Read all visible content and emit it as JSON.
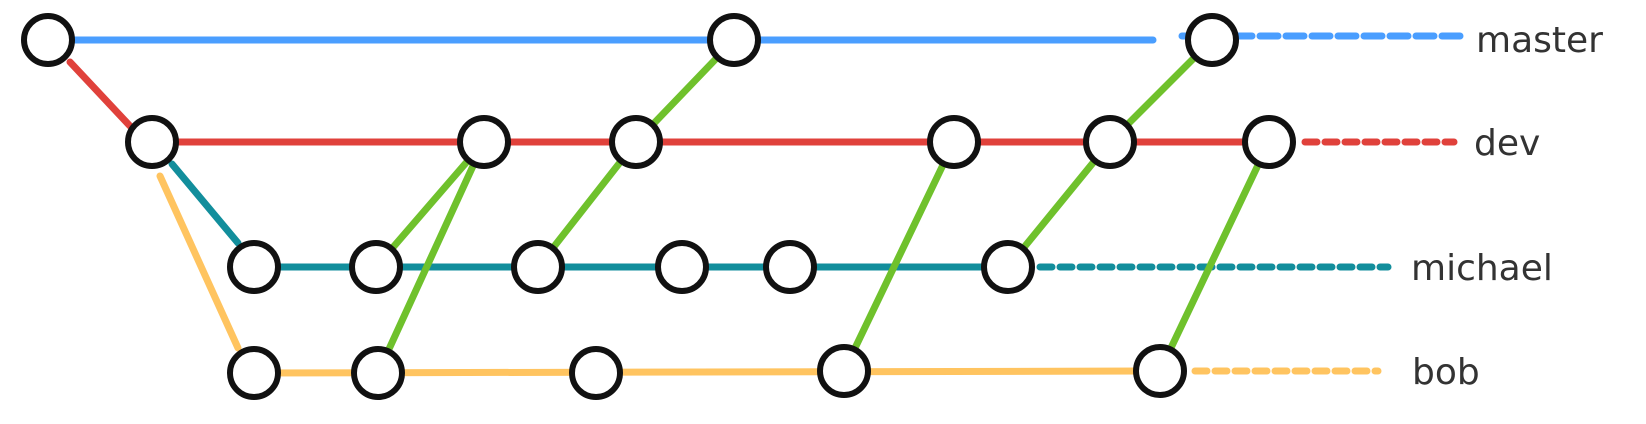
{
  "branches": [
    {
      "id": "master",
      "label": "master",
      "color": "#4a9eff"
    },
    {
      "id": "dev",
      "label": "dev",
      "color": "#e0413b"
    },
    {
      "id": "michael",
      "label": "michael",
      "color": "#128e9c"
    },
    {
      "id": "bob",
      "label": "bob",
      "color": "#ffc460"
    }
  ],
  "merge_color": "#6fc12c",
  "commit_style": {
    "fill": "#ffffff",
    "stroke": "#111111"
  }
}
